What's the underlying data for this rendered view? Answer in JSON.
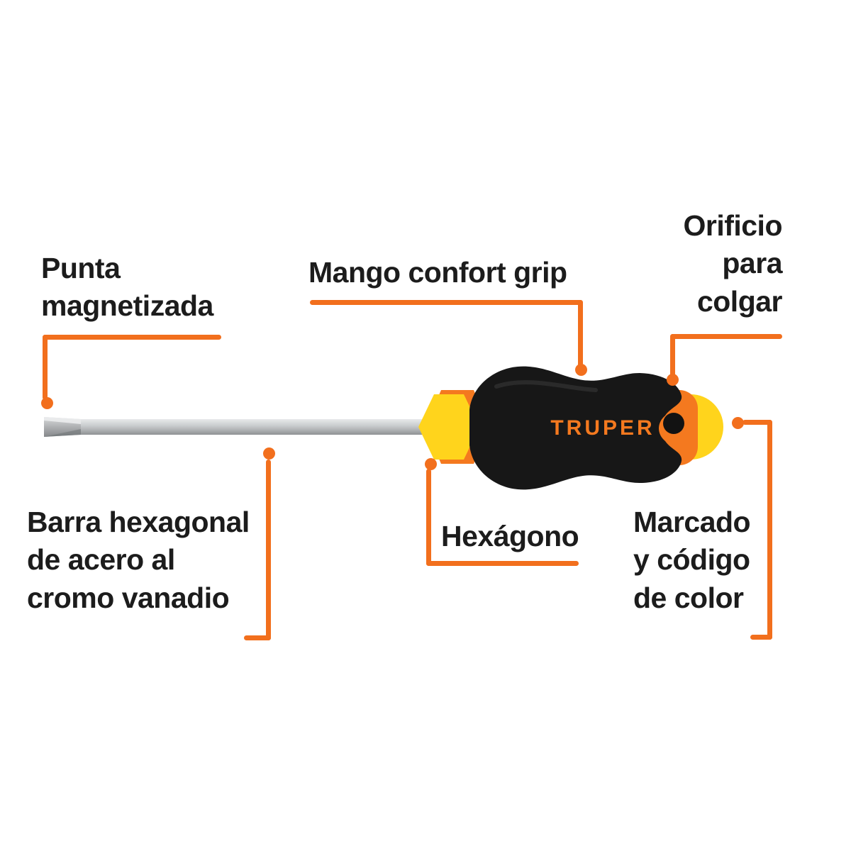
{
  "diagram": {
    "brand": "TRUPER",
    "labels": {
      "punta": {
        "text": "Punta magnetizada",
        "lines": [
          "Punta",
          "magnetizada"
        ]
      },
      "mango": {
        "text": "Mango confort grip"
      },
      "orificio": {
        "text": "Orificio para colgar",
        "lines": [
          "Orificio",
          "para",
          "colgar"
        ]
      },
      "barra": {
        "text": "Barra hexagonal de acero al cromo vanadio",
        "lines": [
          "Barra hexagonal",
          "de acero al",
          "cromo vanadio"
        ]
      },
      "hexagono": {
        "text": "Hexágono"
      },
      "marcado": {
        "text": "Marcado y código de color",
        "lines": [
          "Marcado",
          "y código",
          "de color"
        ]
      }
    },
    "colors": {
      "callout": "#F26F1D",
      "text": "#1C1C1C",
      "background": "#FFFFFF",
      "handle_black": "#171717",
      "accent_orange": "#F4791F",
      "accent_yellow": "#FFD41C",
      "shaft_light": "#E6E8E9",
      "shaft_dark": "#8F9294"
    }
  }
}
